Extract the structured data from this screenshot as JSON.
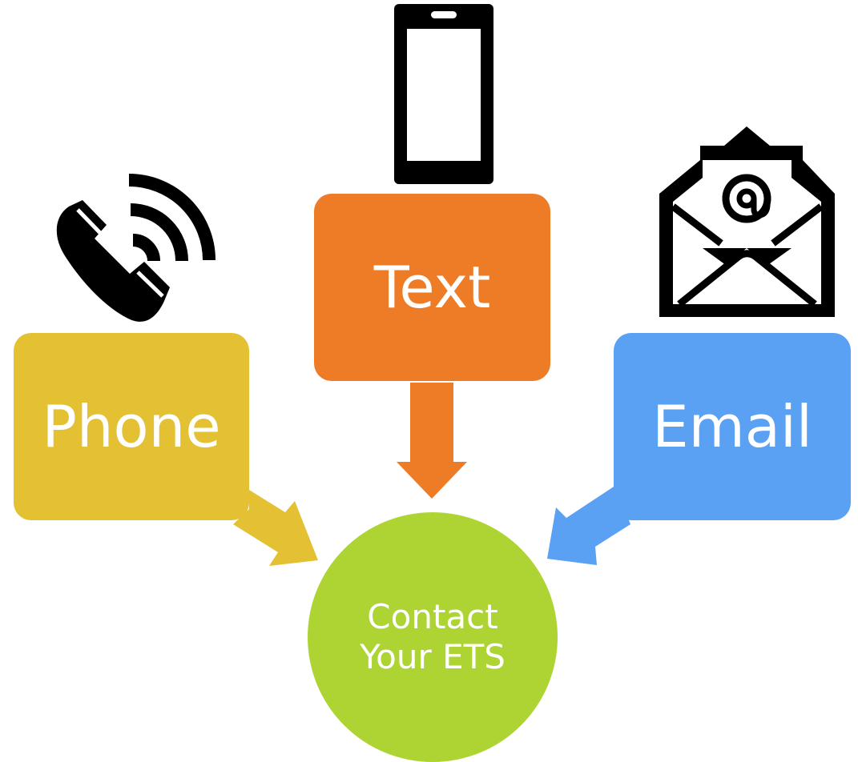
{
  "colors": {
    "phone": "#E4C033",
    "text": "#EE7B25",
    "email": "#5AA0F3",
    "center": "#ADD433",
    "icon": "#000000",
    "label": "#FFFFFF"
  },
  "nodes": {
    "phone": {
      "label": "Phone",
      "icon": "phone-icon"
    },
    "text": {
      "label": "Text",
      "icon": "smartphone-icon"
    },
    "email": {
      "label": "Email",
      "icon": "envelope-at-icon"
    }
  },
  "center": {
    "line1": "Contact",
    "line2": "Your ETS"
  }
}
